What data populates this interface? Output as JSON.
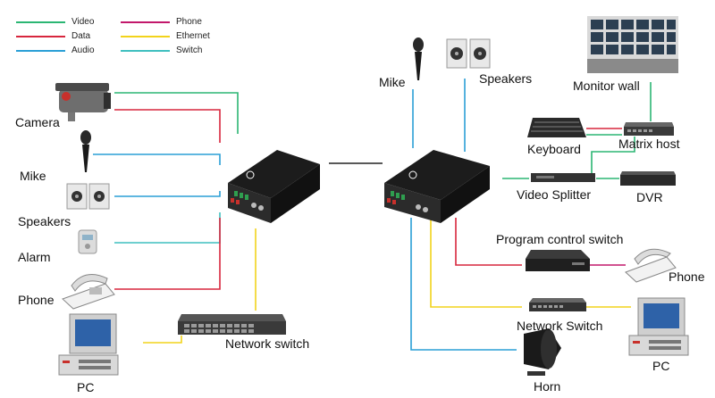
{
  "legend": {
    "video": {
      "label": "Video",
      "color": "#2bb673"
    },
    "data": {
      "label": "Data",
      "color": "#d7263d"
    },
    "audio": {
      "label": "Audio",
      "color": "#2a9fd6"
    },
    "phone": {
      "label": "Phone",
      "color": "#c2186b"
    },
    "ethernet": {
      "label": "Ethernet",
      "color": "#f2d31b"
    },
    "switch": {
      "label": "Switch",
      "color": "#3fbfbf"
    }
  },
  "link_color": "#222222",
  "left": {
    "camera": "Camera",
    "mike": "Mike",
    "speakers": "Speakers",
    "alarm": "Alarm",
    "phone": "Phone",
    "pc": "PC",
    "network_switch": "Network switch"
  },
  "right": {
    "mike": "Mike",
    "speakers": "Speakers",
    "monitor_wall": "Monitor wall",
    "keyboard": "Keyboard",
    "matrix_host": "Matrix host",
    "video_splitter": "Video Splitter",
    "dvr": "DVR",
    "program_control_switch": "Program control switch",
    "phone": "Phone",
    "network_switch": "Network Switch",
    "pc": "PC",
    "horn": "Horn"
  }
}
